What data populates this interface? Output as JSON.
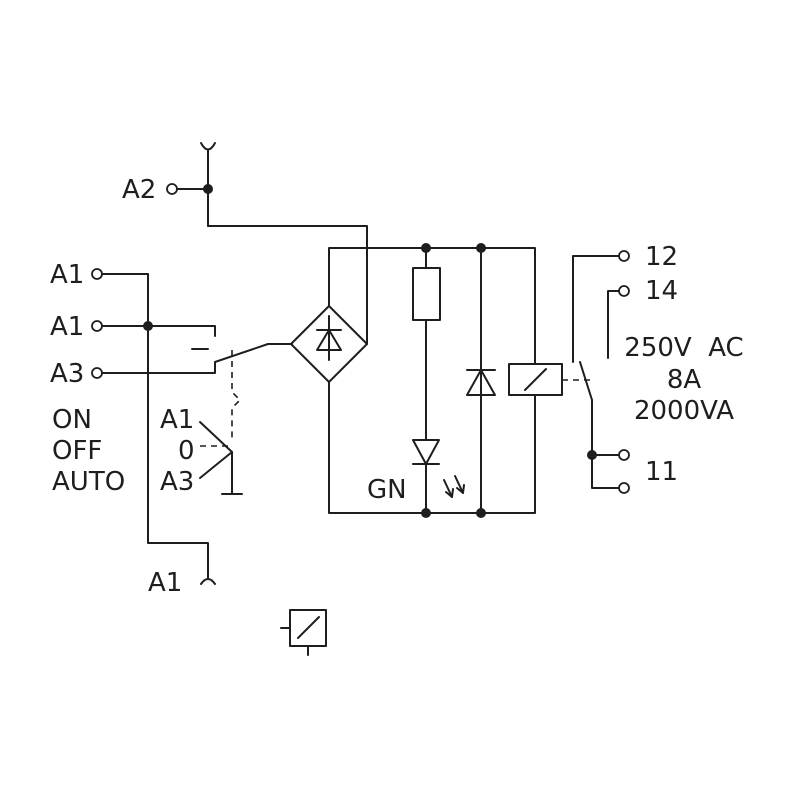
{
  "labels": {
    "a2": "A2",
    "a1_top": "A1",
    "a1_mid": "A1",
    "a3": "A3",
    "on": "ON",
    "off": "OFF",
    "auto": "AUTO",
    "sw_a1": "A1",
    "sw_0": "0",
    "sw_a3": "A3",
    "a1_bottom": "A1",
    "gn": "GN",
    "t12": "12",
    "t14": "14",
    "t11": "11",
    "rating_voltage": "250V  AC",
    "rating_current": "8A",
    "rating_power": "2000VA"
  }
}
